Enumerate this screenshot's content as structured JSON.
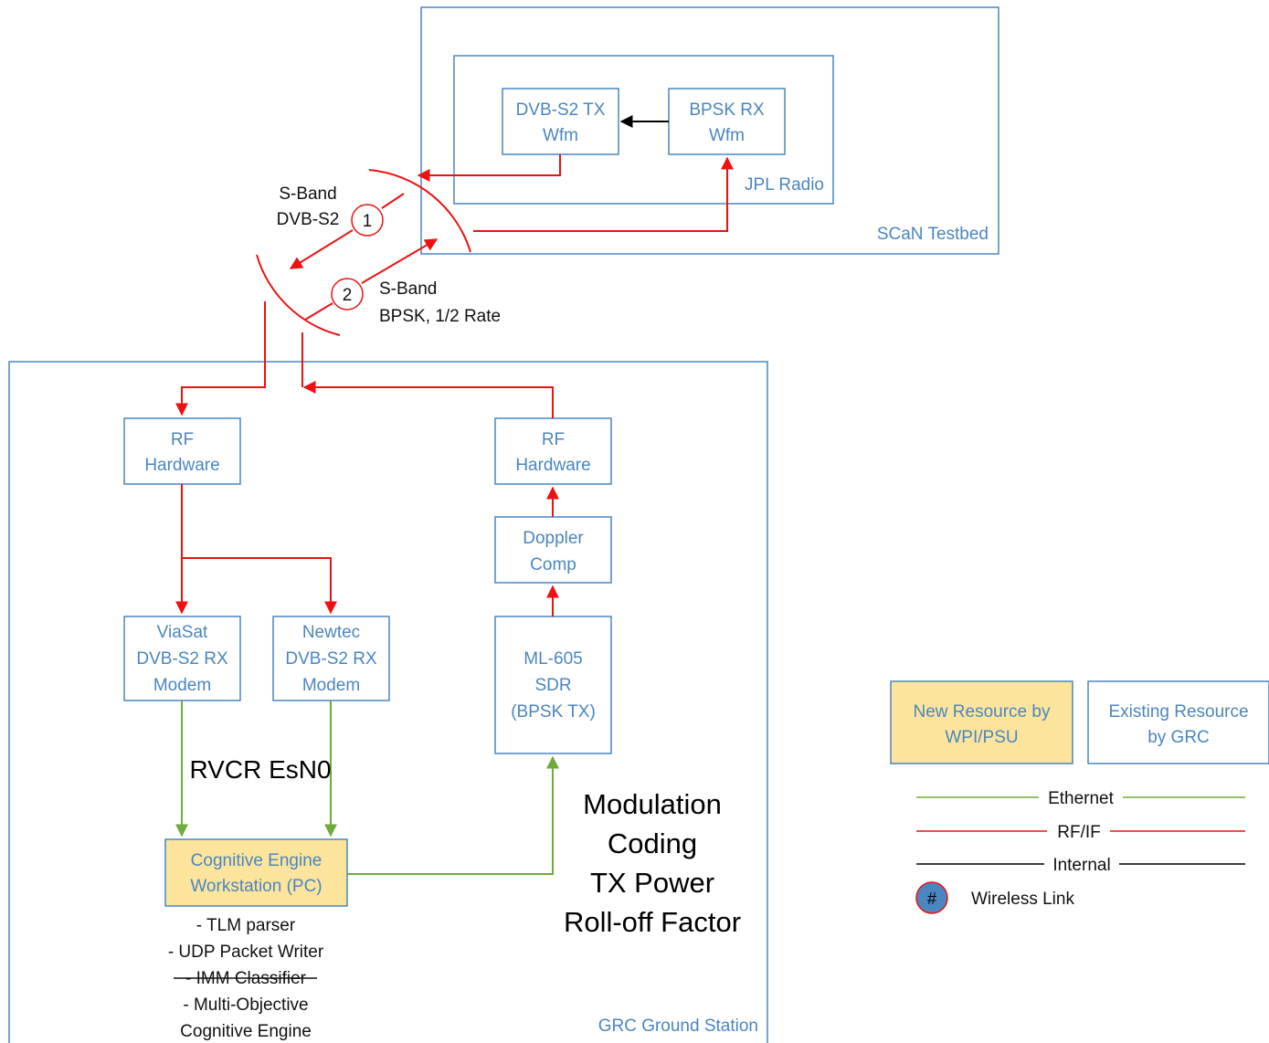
{
  "diagram": {
    "containers": {
      "scan_testbed": "SCaN Testbed",
      "jpl_radio": "JPL Radio",
      "grc_ground_station": "GRC Ground Station"
    },
    "blocks": {
      "dvb_tx": [
        "DVB-S2 TX",
        "Wfm"
      ],
      "bpsk_rx": [
        "BPSK RX",
        "Wfm"
      ],
      "rf_hw_left": [
        "RF",
        "Hardware"
      ],
      "rf_hw_right": [
        "RF",
        "Hardware"
      ],
      "doppler": [
        "Doppler",
        "Comp"
      ],
      "viasat": [
        "ViaSat",
        "DVB-S2 RX",
        "Modem"
      ],
      "newtec": [
        "Newtec",
        "DVB-S2 RX",
        "Modem"
      ],
      "ml605": [
        "ML-605",
        "SDR",
        "(BPSK TX)"
      ],
      "cognitive": [
        "Cognitive Engine",
        "Workstation (PC)"
      ]
    },
    "links": {
      "link1_num": "1",
      "link1_label": [
        "S-Band",
        "DVB-S2"
      ],
      "link2_num": "2",
      "link2_label": [
        "S-Band",
        "BPSK, 1/2 Rate"
      ]
    },
    "annotations": {
      "rvcr": "RVCR EsN0",
      "knobs": [
        "Modulation",
        "Coding",
        "TX Power",
        "Roll-off Factor"
      ],
      "features": [
        "- TLM parser",
        "- UDP Packet Writer",
        "- IMM Classifier",
        "- Multi-Objective",
        "Cognitive Engine"
      ],
      "struck_feature_index": 2
    },
    "legend": {
      "new_resource": [
        "New Resource by",
        "WPI/PSU"
      ],
      "existing_resource": [
        "Existing Resource",
        "by GRC"
      ],
      "ethernet": "Ethernet",
      "rf_if": "RF/IF",
      "internal": "Internal",
      "wireless_symbol": "#",
      "wireless_link": "Wireless Link"
    },
    "colors": {
      "container_border": "#4a86c0",
      "rf_if": "#ee1111",
      "ethernet": "#6cab3c",
      "internal": "#000000",
      "new_resource_fill": "#fde49d",
      "wireless_badge_fill": "#4a86c0"
    }
  }
}
